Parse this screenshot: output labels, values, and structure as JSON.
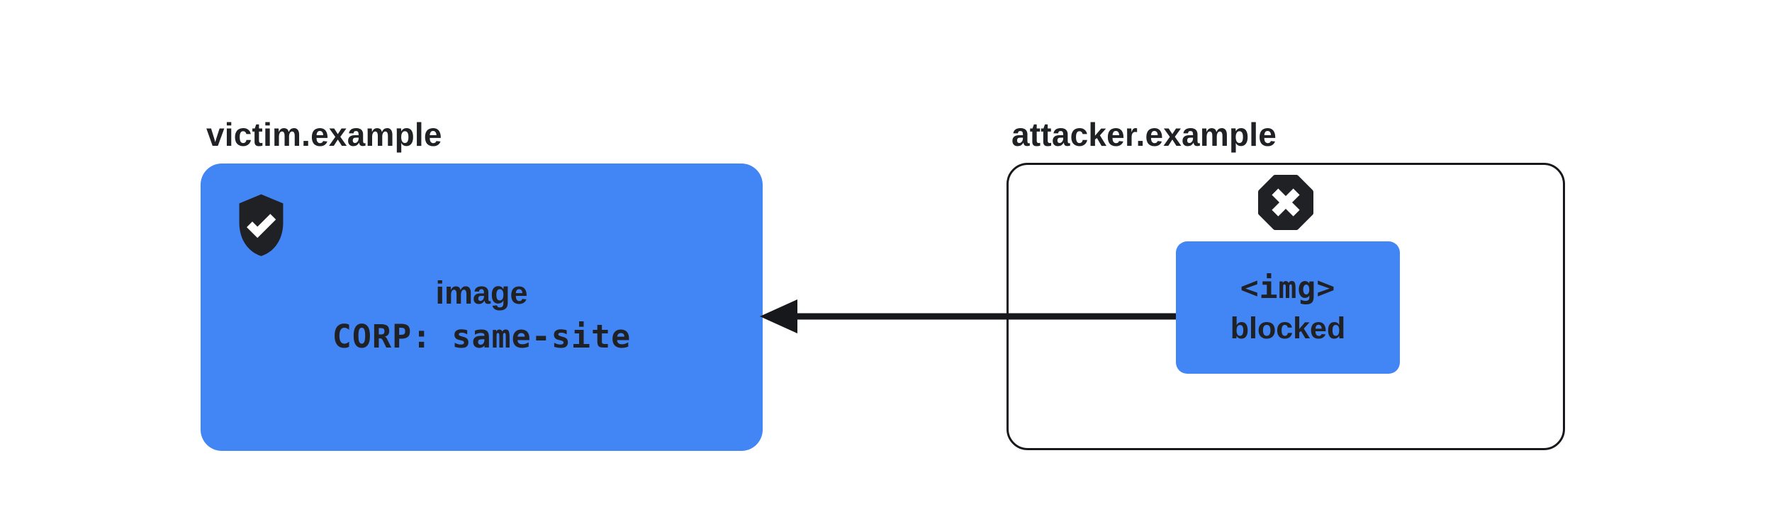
{
  "colors": {
    "accent_blue": "#4285F4",
    "ink": "#202124",
    "line": "#17181C",
    "background": "#FFFFFF"
  },
  "victim": {
    "domain_label": "victim.example",
    "resource_label": "image",
    "corp_header": "CORP: same-site",
    "status_icon": "shield-check-icon"
  },
  "attacker": {
    "domain_label": "attacker.example",
    "img_tag": "<img>",
    "blocked_label": "blocked",
    "status_icon": "blocked-x-icon"
  },
  "arrow": {
    "direction": "right-to-left"
  }
}
